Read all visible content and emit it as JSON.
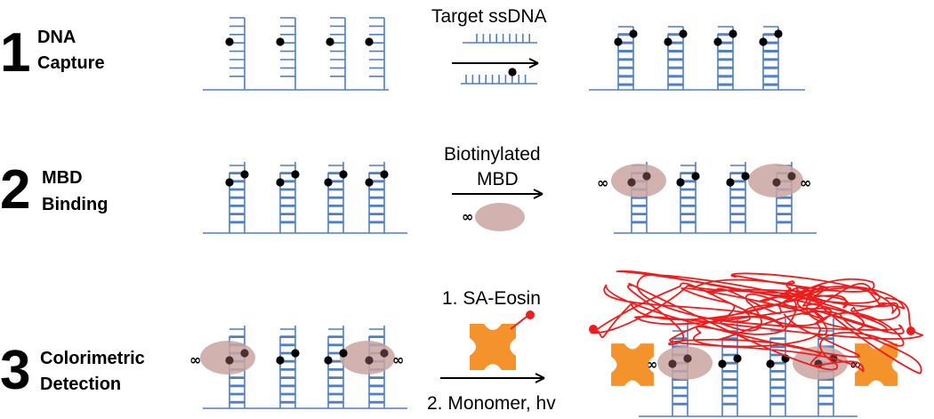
{
  "steps": [
    {
      "number": "1",
      "label_line1": "DNA",
      "label_line2": "Capture"
    },
    {
      "number": "2",
      "label_line1": "MBD",
      "label_line2": "Binding"
    },
    {
      "number": "3",
      "label_line1": "Colorimetric",
      "label_line2": "Detection"
    }
  ],
  "arrows": {
    "step1": "Target ssDNA",
    "step2_line1": "Biotinylated",
    "step2_line2": "MBD",
    "step3_top": "1. SA-Eosin",
    "step3_bottom": "2. Monomer, hv"
  },
  "colors": {
    "dna_strand": "#4f7fc6",
    "mbd_protein": "#c9a5a0",
    "polymer": "#ee1c1c",
    "streptavidin": "#f4922c",
    "methyl_mark": "#000000"
  },
  "icons": [
    "dna-strand-icon",
    "methyl-dot-icon",
    "mbd-protein-icon",
    "biotin-icon",
    "streptavidin-icon",
    "eosin-icon",
    "polymer-mesh-icon",
    "arrow-right-icon"
  ]
}
